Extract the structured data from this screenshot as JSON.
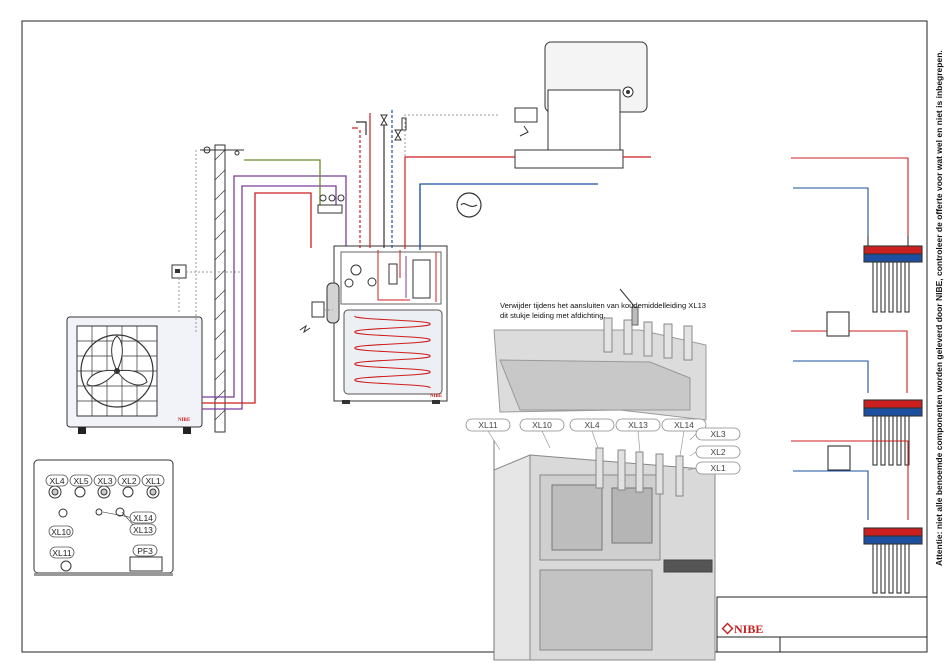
{
  "annotation": {
    "line1": "Verwijder tijdens het aansluiten van koudemiddelleiding XL13",
    "line2": "dit stukje leiding met afdichting."
  },
  "side_note": "Attentie: niet alle benoemde componenten worden geleverd door NIBE, controleer de offerte voor wat wel en niet is inbegrepen.",
  "brand": "NIBE",
  "brand_small": "NIBE",
  "connections": {
    "xl1": "XL1",
    "xl2": "XL2",
    "xl3": "XL3",
    "xl4": "XL4",
    "xl5": "XL5",
    "xl10": "XL10",
    "xl11": "XL11",
    "xl13": "XL13",
    "xl14": "XL14",
    "pf3": "PF3"
  },
  "colors": {
    "supply": "#cc1f1f",
    "return": "#1c4fa0",
    "refrigerant": "#7b3f9c",
    "wire": "#7a7a7a",
    "brand_red": "#c81e1e"
  }
}
